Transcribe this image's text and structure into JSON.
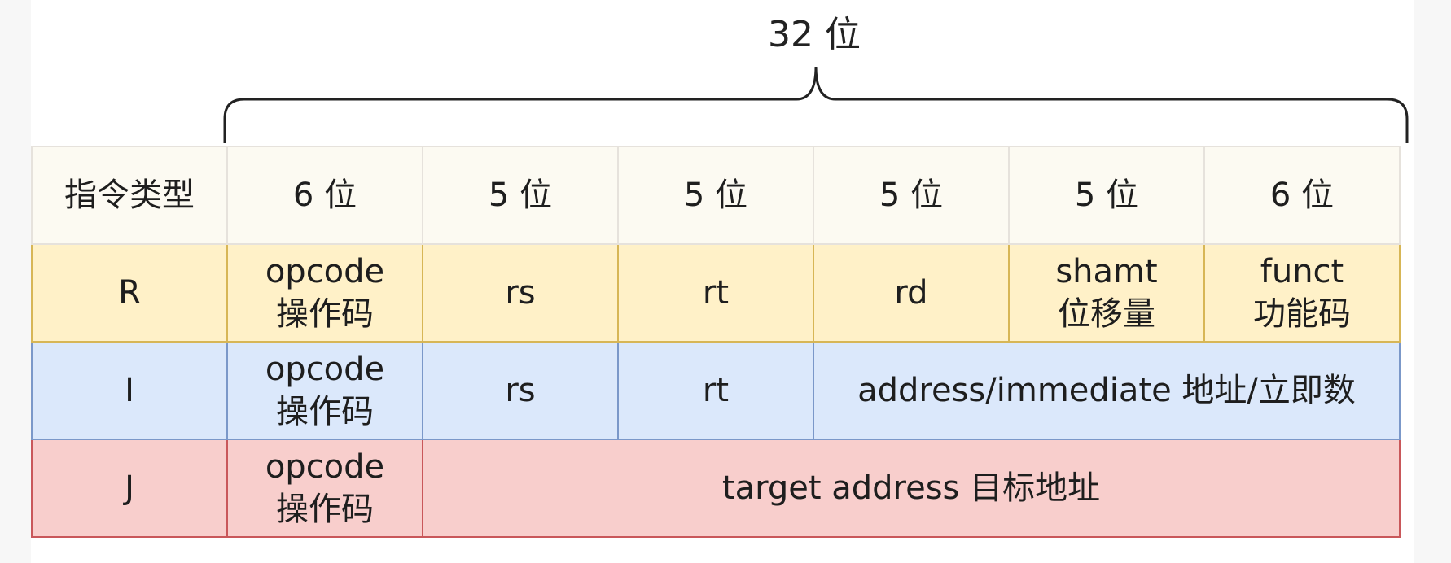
{
  "total_label": "32 位",
  "header": {
    "type": "指令类型",
    "widths": [
      "6 位",
      "5 位",
      "5 位",
      "5 位",
      "5 位",
      "6 位"
    ]
  },
  "rows": {
    "r": {
      "type": "R",
      "opcode": [
        "opcode",
        "操作码"
      ],
      "rs": "rs",
      "rt": "rt",
      "rd": "rd",
      "shamt": [
        "shamt",
        "位移量"
      ],
      "funct": [
        "funct",
        "功能码"
      ]
    },
    "i": {
      "type": "I",
      "opcode": [
        "opcode",
        "操作码"
      ],
      "rs": "rs",
      "rt": "rt",
      "imm": "address/immediate 地址/立即数"
    },
    "j": {
      "type": "J",
      "opcode": [
        "opcode",
        "操作码"
      ],
      "target": "target address 目标地址"
    }
  },
  "colors": {
    "header_fill": "#fcfaf2",
    "r_fill": "#fff1c8",
    "r_border": "#d7b656",
    "i_fill": "#dbe8fb",
    "i_border": "#7b98c9",
    "j_fill": "#f8cecc",
    "j_border": "#c9575a"
  }
}
